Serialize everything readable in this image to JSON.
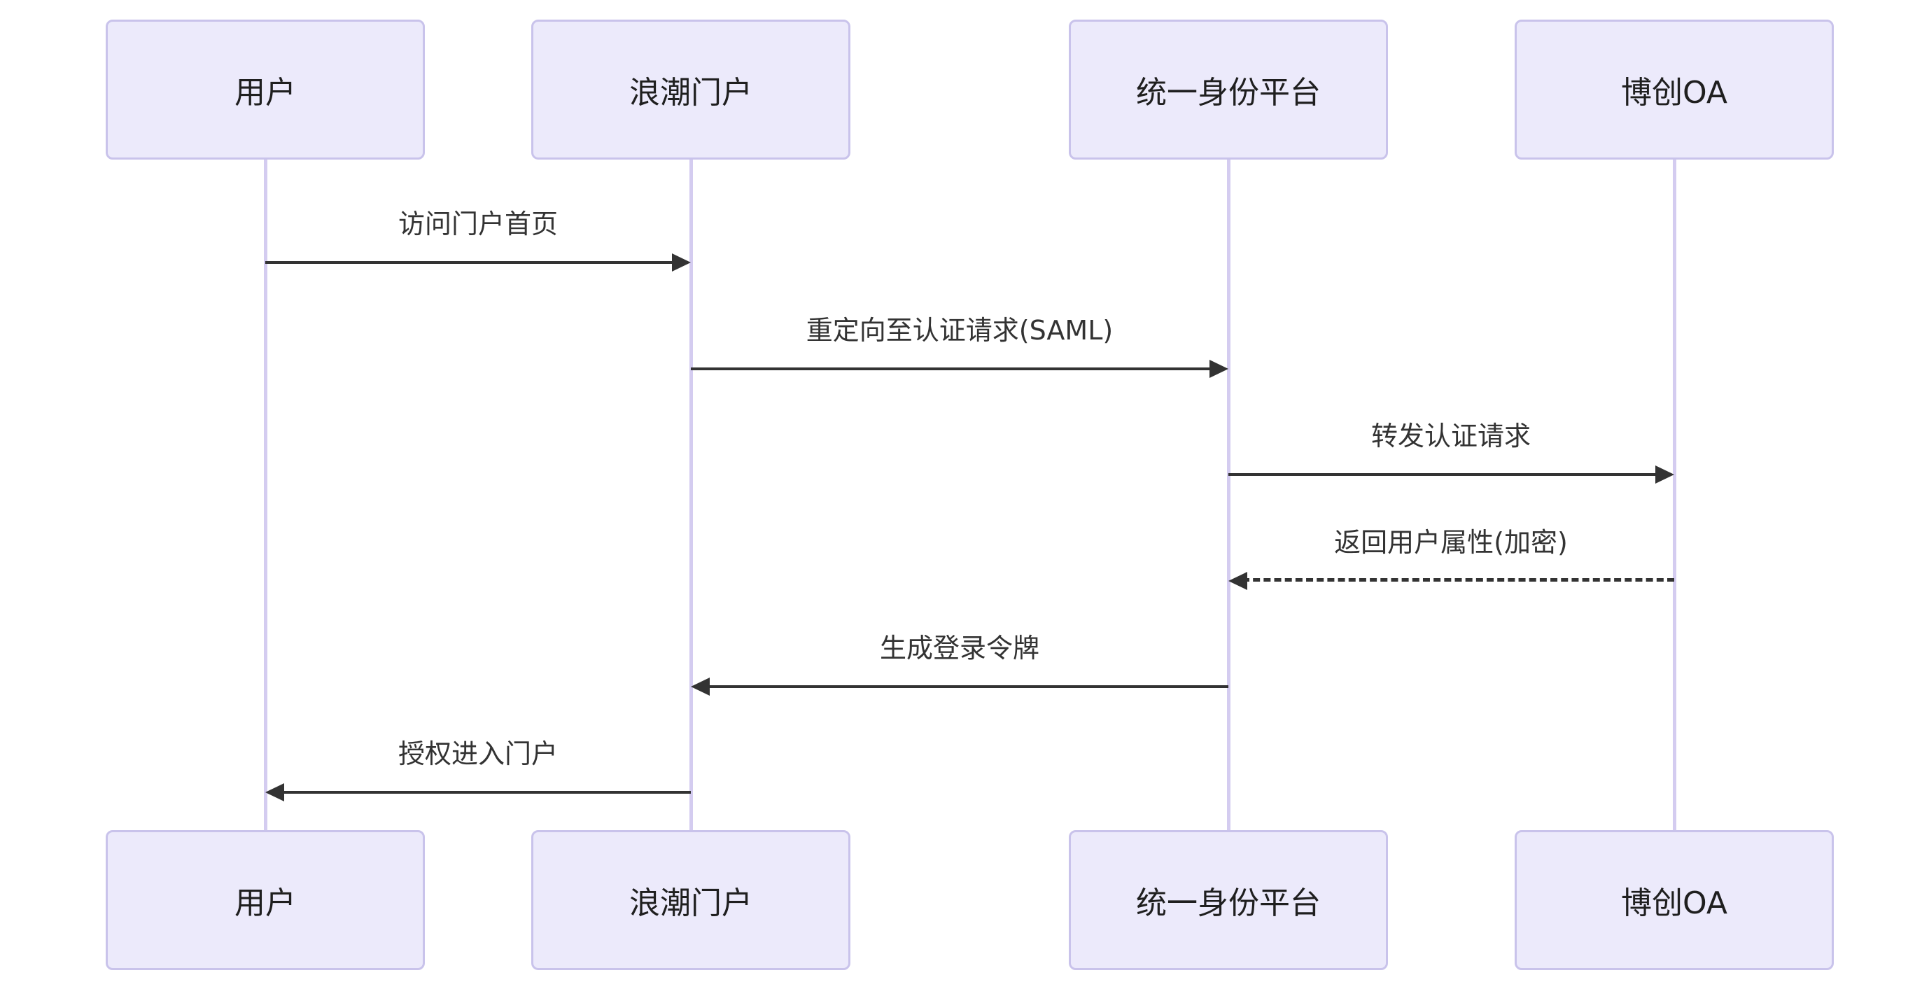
{
  "diagram": {
    "type": "sequence-diagram",
    "background_color": "#ffffff",
    "colors": {
      "actor_fill": "#ECEAFB",
      "actor_border": "#C9C3EB",
      "lifeline": "#D4CCF0",
      "arrow": "#333333",
      "label_text": "#333333"
    },
    "actors": [
      {
        "label": "用户"
      },
      {
        "label": "浪潮门户"
      },
      {
        "label": "统一身份平台"
      },
      {
        "label": "博创OA"
      }
    ],
    "messages": [
      {
        "label": "访问门户首页",
        "from": "用户",
        "to": "浪潮门户",
        "line": "solid",
        "direction": "right"
      },
      {
        "label": "重定向至认证请求(SAML)",
        "from": "浪潮门户",
        "to": "统一身份平台",
        "line": "solid",
        "direction": "right"
      },
      {
        "label": "转发认证请求",
        "from": "统一身份平台",
        "to": "博创OA",
        "line": "solid",
        "direction": "right"
      },
      {
        "label": "返回用户属性(加密)",
        "from": "博创OA",
        "to": "统一身份平台",
        "line": "dashed",
        "direction": "left"
      },
      {
        "label": "生成登录令牌",
        "from": "统一身份平台",
        "to": "浪潮门户",
        "line": "solid",
        "direction": "left"
      },
      {
        "label": "授权进入门户",
        "from": "浪潮门户",
        "to": "用户",
        "line": "solid",
        "direction": "left"
      }
    ]
  }
}
